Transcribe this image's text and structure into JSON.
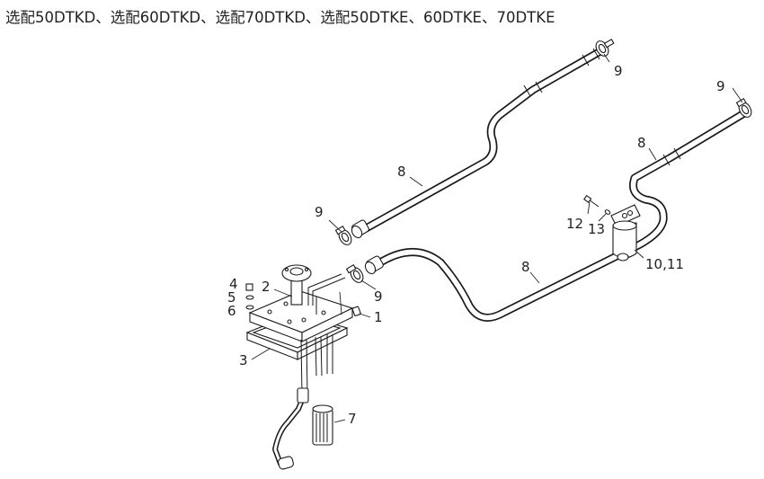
{
  "header": {
    "title": "选配50DTKD、选配60DTKD、选配70DTKD、选配50DTKE、60DTKE、70DTKE"
  },
  "callouts": {
    "c1": "1",
    "c2": "2",
    "c3": "3",
    "c4": "4",
    "c5": "5",
    "c6": "6",
    "c7": "7",
    "c8a": "8",
    "c8b": "8",
    "c8c": "8",
    "c9a": "9",
    "c9b": "9",
    "c9c": "9",
    "c9d": "9",
    "c10_11": "10,11",
    "c12": "12",
    "c13": "13"
  },
  "colors": {
    "line": "#1a1a1a",
    "background": "#ffffff"
  }
}
